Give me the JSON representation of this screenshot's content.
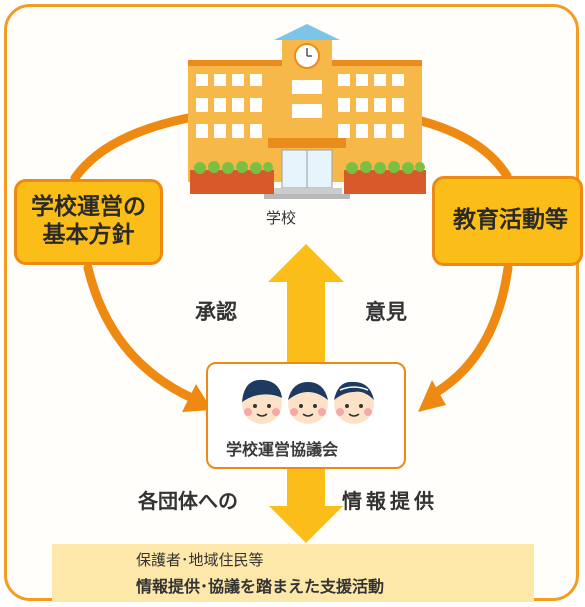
{
  "school": {
    "label": "学校"
  },
  "policy_box": {
    "line1": "学校運営の",
    "line2": "基本方針"
  },
  "activity_box": {
    "label": "教育活動等"
  },
  "arrows": {
    "approval": "承認",
    "opinion": "意見"
  },
  "council": {
    "label": "学校運営協議会"
  },
  "info": {
    "left": "各団体への",
    "right": "情報提供"
  },
  "bottom": {
    "line1": "保護者･地域住民等",
    "line2": "情報提供･協議を踏まえた支援活動"
  },
  "colors": {
    "frame": "#f39c20",
    "arrow_orange": "#ee8a12",
    "arrow_yellow": "#fbbd18",
    "box_fill": "#fbbd18",
    "bottom_fill": "#fde7a9",
    "building": "#f7b84a",
    "roof": "#7cc4e8"
  }
}
